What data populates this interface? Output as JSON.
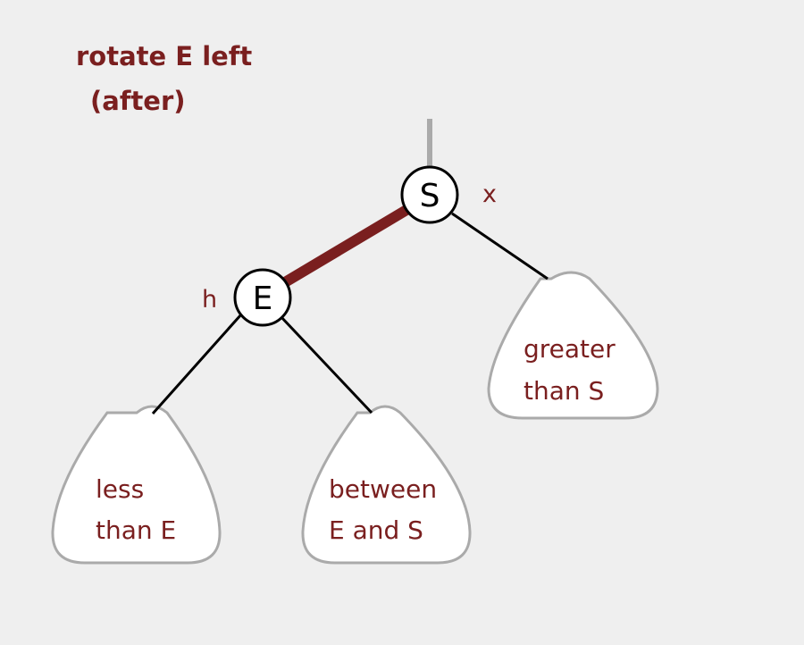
{
  "title": {
    "line1": "rotate E left",
    "line2": "(after)"
  },
  "colors": {
    "background": "#efefef",
    "accent": "#7a1f1f",
    "parent_link": "#aaaaaa",
    "subtree_outline": "#aaaaaa"
  },
  "nodes": {
    "root": {
      "key": "S",
      "var": "x"
    },
    "left": {
      "key": "E",
      "var": "h"
    }
  },
  "links": {
    "S-E": "red",
    "E-less": "black",
    "E-between": "black",
    "S-greater": "black"
  },
  "subtrees": {
    "less": {
      "line1": "less",
      "line2": "than E"
    },
    "between": {
      "line1": "between",
      "line2": "E and S"
    },
    "greater": {
      "line1": "greater",
      "line2": "than S"
    }
  }
}
